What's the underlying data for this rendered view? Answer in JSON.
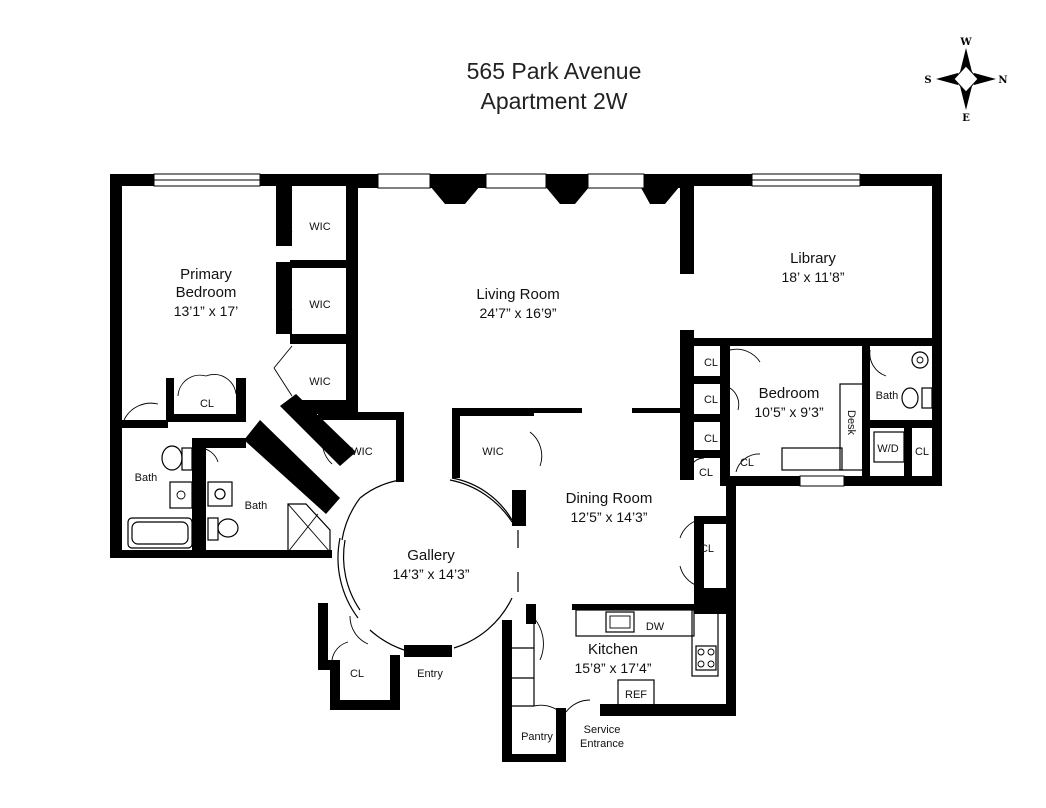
{
  "title": {
    "line1": "565 Park Avenue",
    "line2": "Apartment 2W"
  },
  "compass": {
    "top": "W",
    "bottom": "E",
    "left": "S",
    "right": "N"
  },
  "rooms": {
    "primary_bedroom": {
      "name1": "Primary",
      "name2": "Bedroom",
      "dim": "13’1” x 17’"
    },
    "living_room": {
      "name": "Living Room",
      "dim": "24’7” x 16’9”"
    },
    "library": {
      "name": "Library",
      "dim": "18’ x 11’8”"
    },
    "bedroom": {
      "name": "Bedroom",
      "dim": "10’5” x 9’3”"
    },
    "dining_room": {
      "name": "Dining Room",
      "dim": "12’5” x 14’3”"
    },
    "gallery": {
      "name": "Gallery",
      "dim": "14’3” x 14’3”"
    },
    "kitchen": {
      "name": "Kitchen",
      "dim": "15’8” x 17’4”"
    }
  },
  "labels": {
    "wic": "WIC",
    "cl": "CL",
    "bath": "Bath",
    "desk": "Desk",
    "wd": "W/D",
    "dw": "DW",
    "ref": "REF",
    "pantry": "Pantry",
    "entry": "Entry",
    "service1": "Service",
    "service2": "Entrance"
  }
}
